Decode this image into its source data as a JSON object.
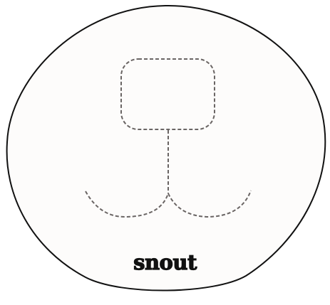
{
  "caption": "snout",
  "colors": {
    "background": "#ffffff",
    "face_fill": "#fdfcfb",
    "face_outline": "#111111",
    "dashed_guide": "#6a6564",
    "caption_text": "#111111"
  },
  "shapes": {
    "face": "rounded-head-outline",
    "nose": "dashed-rounded-square",
    "philtrum": "dashed-vertical-line",
    "mouth": "dashed-double-curve"
  }
}
